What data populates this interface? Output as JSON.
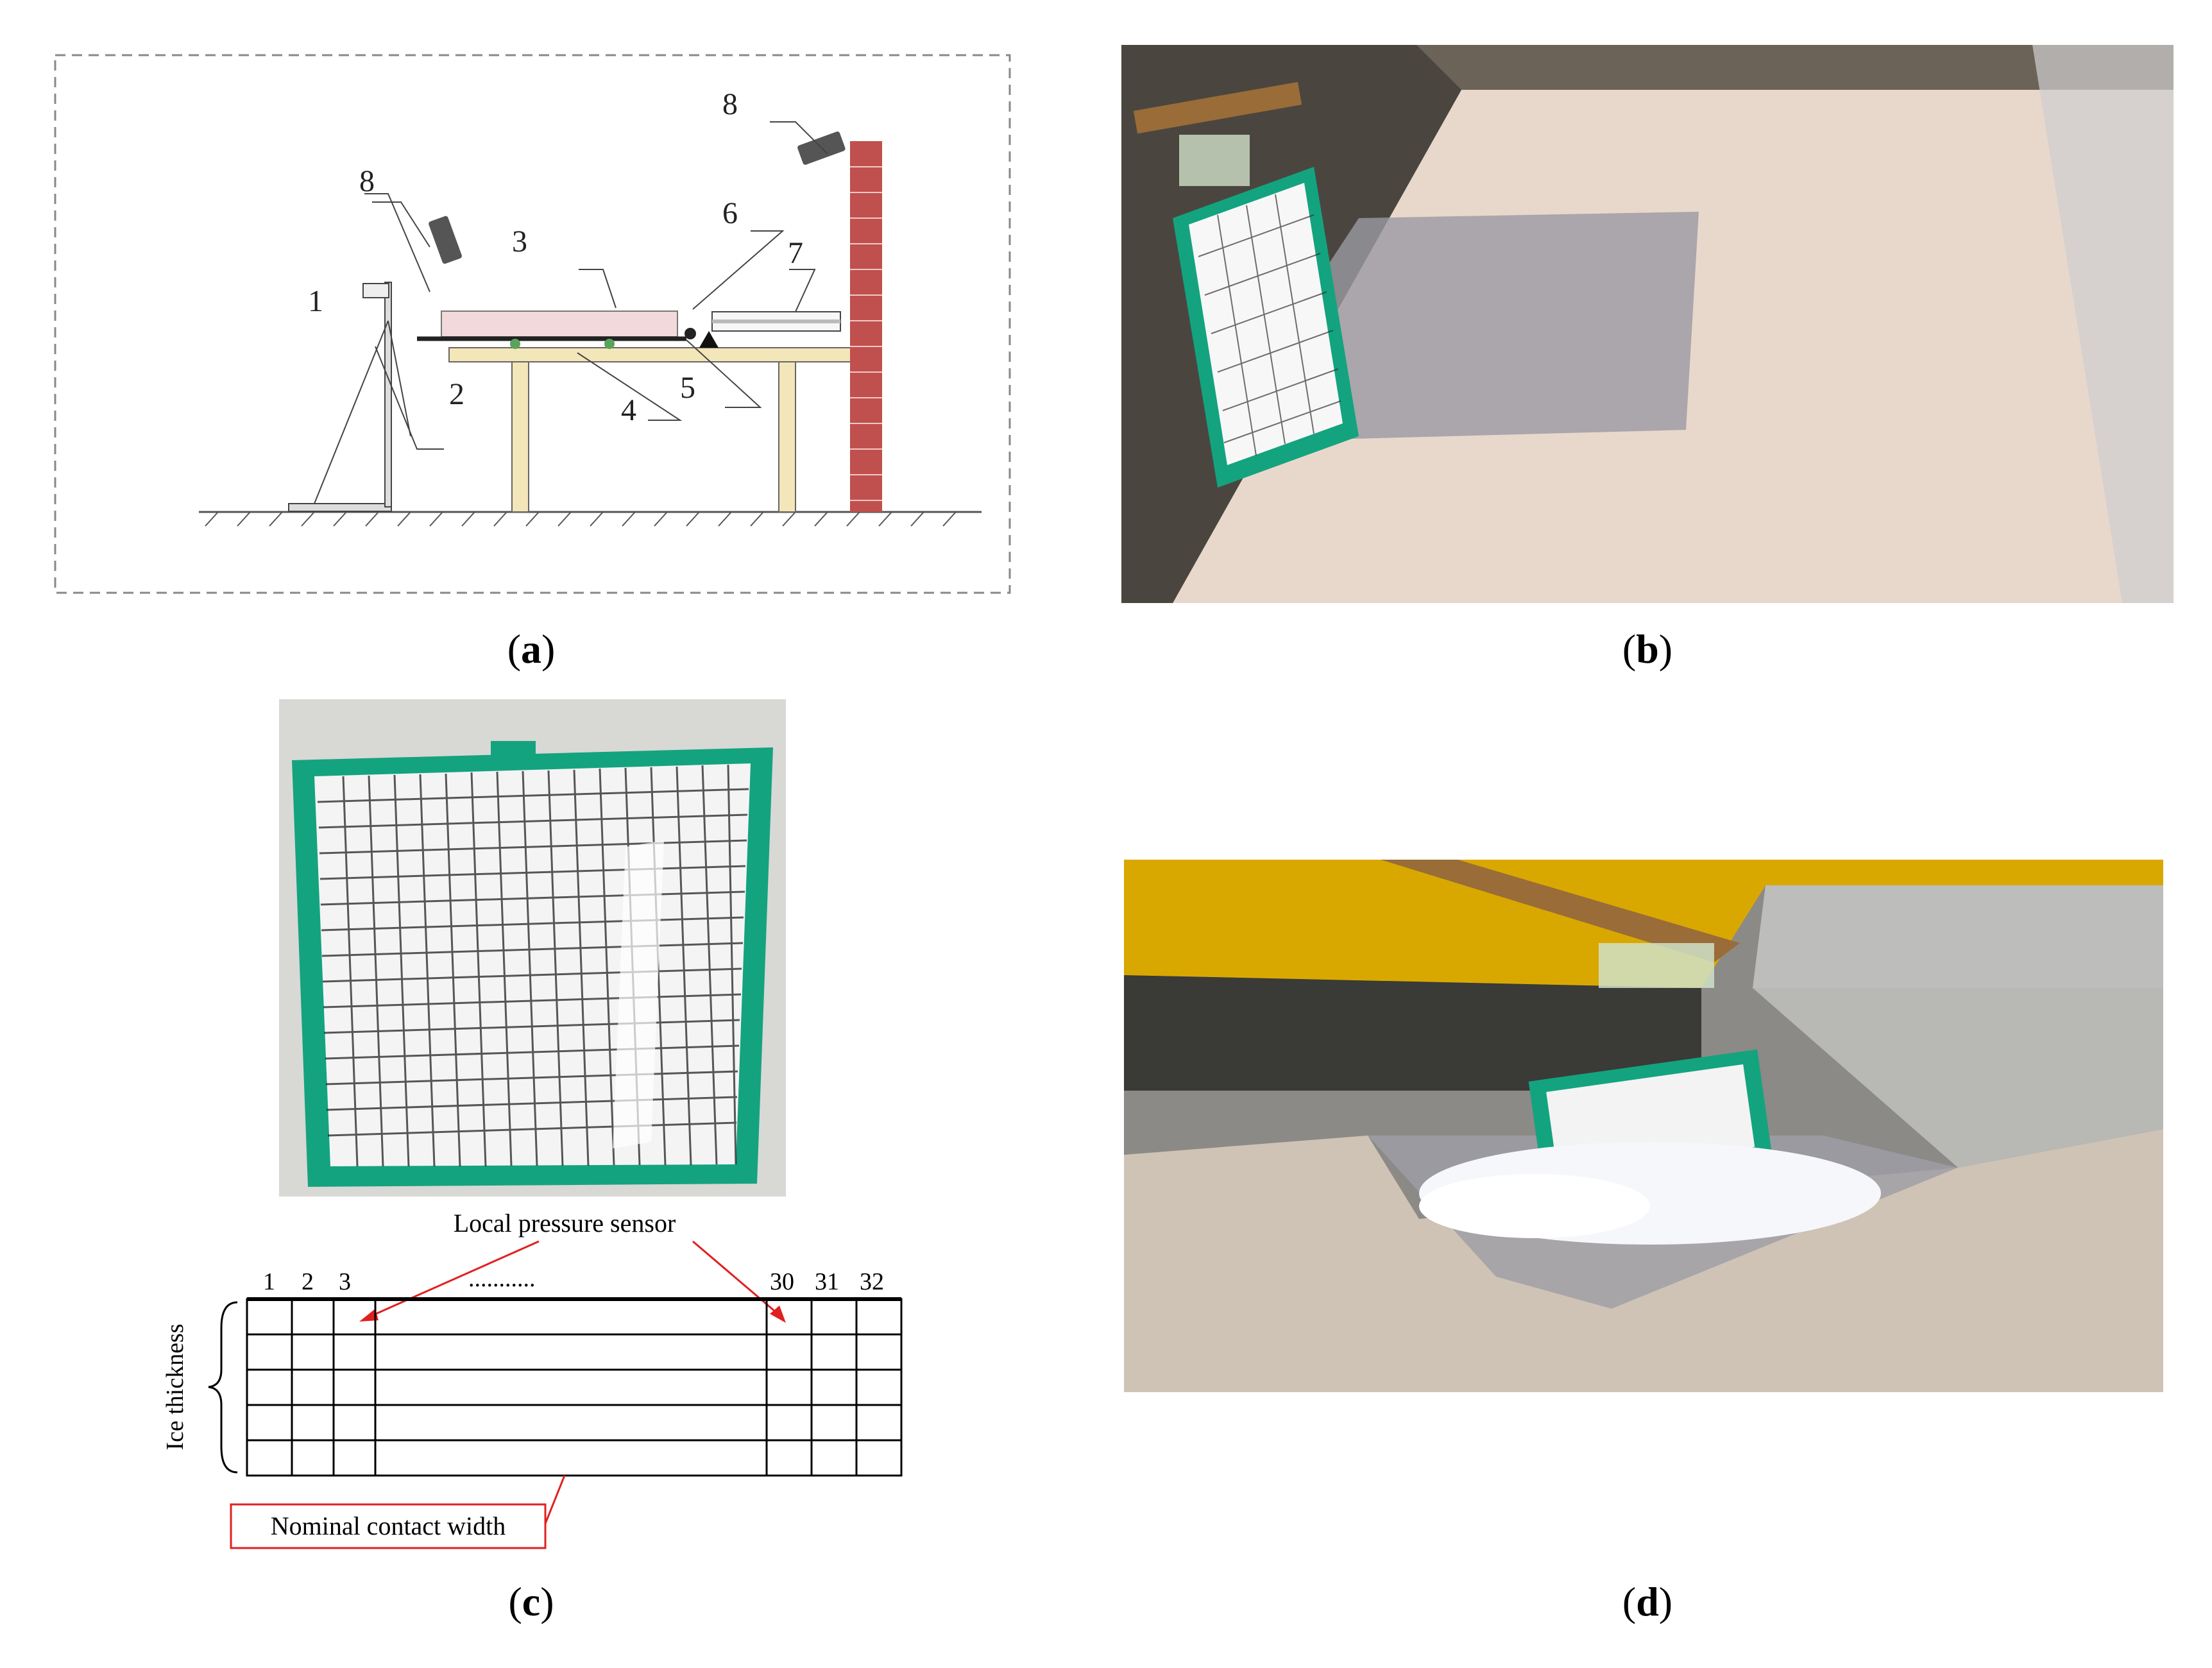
{
  "panel_a": {
    "caption_letter": "a",
    "labels": [
      "1",
      "2",
      "3",
      "4",
      "5",
      "6",
      "7",
      "8",
      "8"
    ]
  },
  "panel_b": {
    "caption_letter": "b"
  },
  "panel_c": {
    "caption_letter": "c",
    "sensor_label": "Local pressure sensor",
    "column_numbers_left": [
      "1",
      "2",
      "3"
    ],
    "column_numbers_right": [
      "30",
      "31",
      "32"
    ],
    "ellipsis": "...........",
    "thickness_label": "Ice thickness",
    "width_label": "Nominal contact width"
  },
  "panel_d": {
    "caption_letter": "d"
  },
  "colors": {
    "sensor_green": "#14a37f",
    "brick": "#c0504d",
    "table_wood": "#f3e6b8",
    "ice_panel": "#f2d9dc",
    "arrow_red": "#e02020",
    "frame_yellow": "#d9a800"
  }
}
